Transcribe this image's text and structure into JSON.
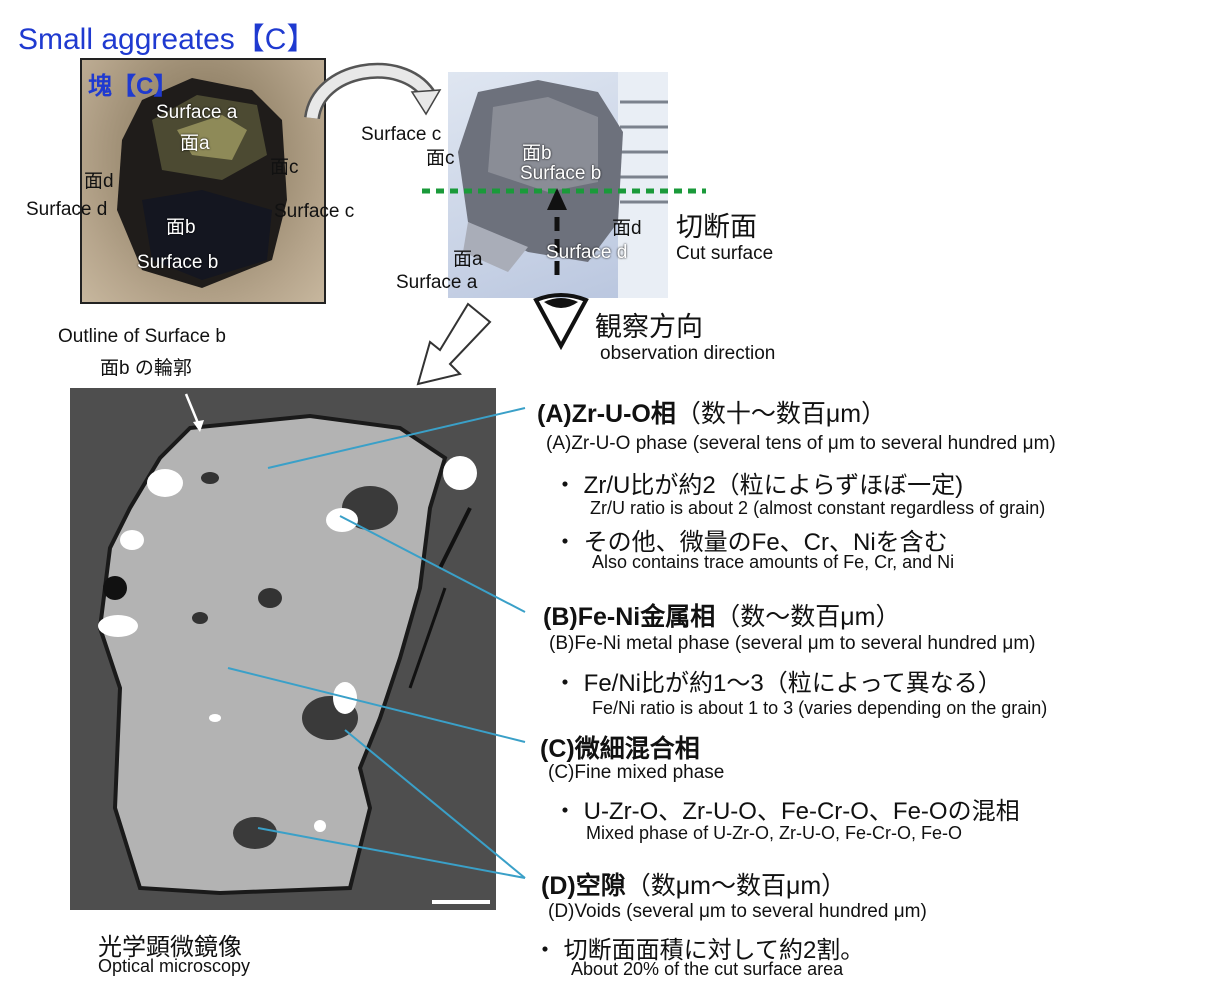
{
  "title": "Small aggreates【C】",
  "photo1": {
    "tag": "塊【C】",
    "surface_a_en": "Surface a",
    "surface_a_jp": "面a",
    "surface_c_jp": "面c",
    "surface_d_jp": "面d",
    "surface_d_en": "Surface d",
    "surface_b_jp": "面b",
    "surface_c_en": "Surface c",
    "surface_b_en": "Surface b"
  },
  "photo2": {
    "surface_c_en": "Surface c",
    "surface_c_jp": "面c",
    "surface_b_jp": "面b",
    "surface_b_en": "Surface b",
    "surface_d_jp": "面d",
    "surface_d_en": "Surface d",
    "surface_a_jp": "面a",
    "surface_a_en": "Surface a",
    "cut_jp": "切断面",
    "cut_en": "Cut surface",
    "obs_jp": "観察方向",
    "obs_en": "observation direction"
  },
  "outline": {
    "en": "Outline of Surface b",
    "jp": "面b の輪郭"
  },
  "micro_caption": {
    "jp": "光学顕微鏡像",
    "en": "Optical microscopy"
  },
  "phases": {
    "A": {
      "head_b": "(A)Zr-U-O相",
      "head_n": "（数十～数百μm）",
      "sub": "(A)Zr-U-O phase (several tens of μm to several hundred μm)",
      "b1": "・  Zr/U比が約2（粒によらずほぼ一定)",
      "b1_en": "Zr/U ratio is about 2 (almost constant regardless of grain)",
      "b2": "・  その他、微量のFe、Cr、Niを含む",
      "b2_en": "Also contains trace amounts of Fe, Cr, and Ni"
    },
    "B": {
      "head_b": "(B)Fe-Ni金属相",
      "head_n": "（数～数百μm）",
      "sub": "(B)Fe-Ni metal phase (several μm to several hundred μm)",
      "b1": "・  Fe/Ni比が約1～3（粒によって異なる）",
      "b1_en": "Fe/Ni ratio is about 1 to 3 (varies depending on the grain)"
    },
    "C": {
      "head_b": "(C)微細混合相",
      "sub": "(C)Fine mixed phase",
      "b1": "・  U-Zr-O、Zr-U-O、Fe-Cr-O、Fe-Oの混相",
      "b1_en": "Mixed phase of U-Zr-O, Zr-U-O, Fe-Cr-O, Fe-O"
    },
    "D": {
      "head_b": "(D)空隙",
      "head_n": "（数μm～数百μm）",
      "sub": "(D)Voids (several μm to several hundred μm)",
      "b1": "・  切断面面積に対して約2割。",
      "b1_en": "About 20% of the cut surface area"
    }
  },
  "colors": {
    "title": "#1f3ad0",
    "leader": "#3aa0c8",
    "cutline": "#1a9a3a"
  }
}
